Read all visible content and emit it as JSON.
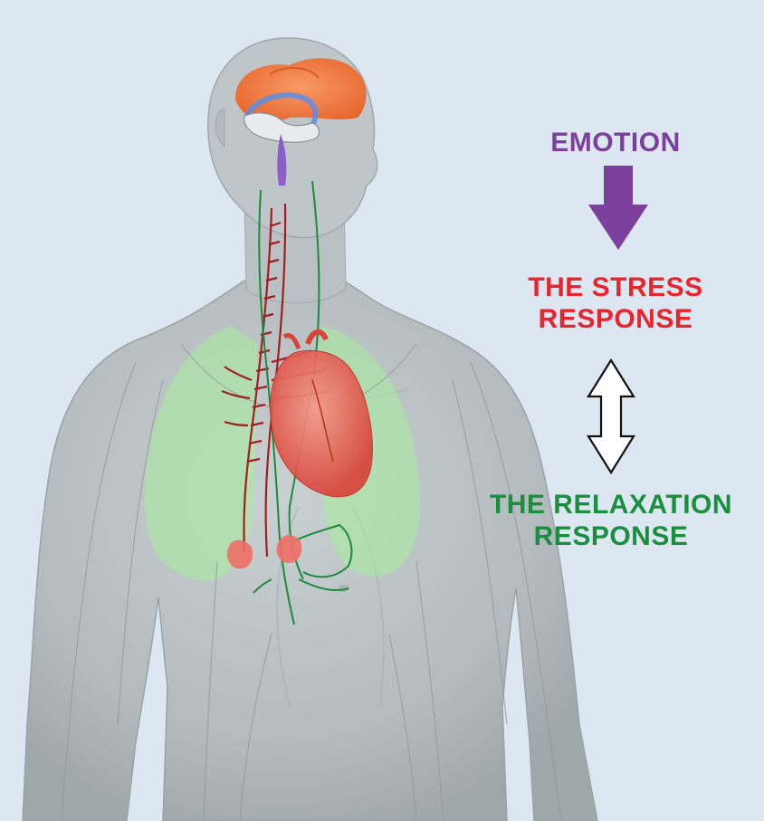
{
  "labels": {
    "emotion": "EMOTION",
    "stress_line1": "THE STRESS",
    "stress_line2": "RESPONSE",
    "relax_line1": "THE RELAXATION",
    "relax_line2": "RESPONSE"
  },
  "colors": {
    "background": "#dce7f1",
    "emotion": "#7b3f9c",
    "stress": "#e8242c",
    "relaxation": "#1a8f3f",
    "body": "#b7bfc2",
    "brain": "#f07a4a",
    "heart": "#e8564a",
    "lungs": "#9fe79a",
    "sympathetic_nerves": "#a31f1f",
    "parasympathetic_nerves": "#1f8a3a"
  },
  "icons": {
    "down_arrow": "down-arrow-icon",
    "double_arrow": "double-arrow-icon"
  }
}
